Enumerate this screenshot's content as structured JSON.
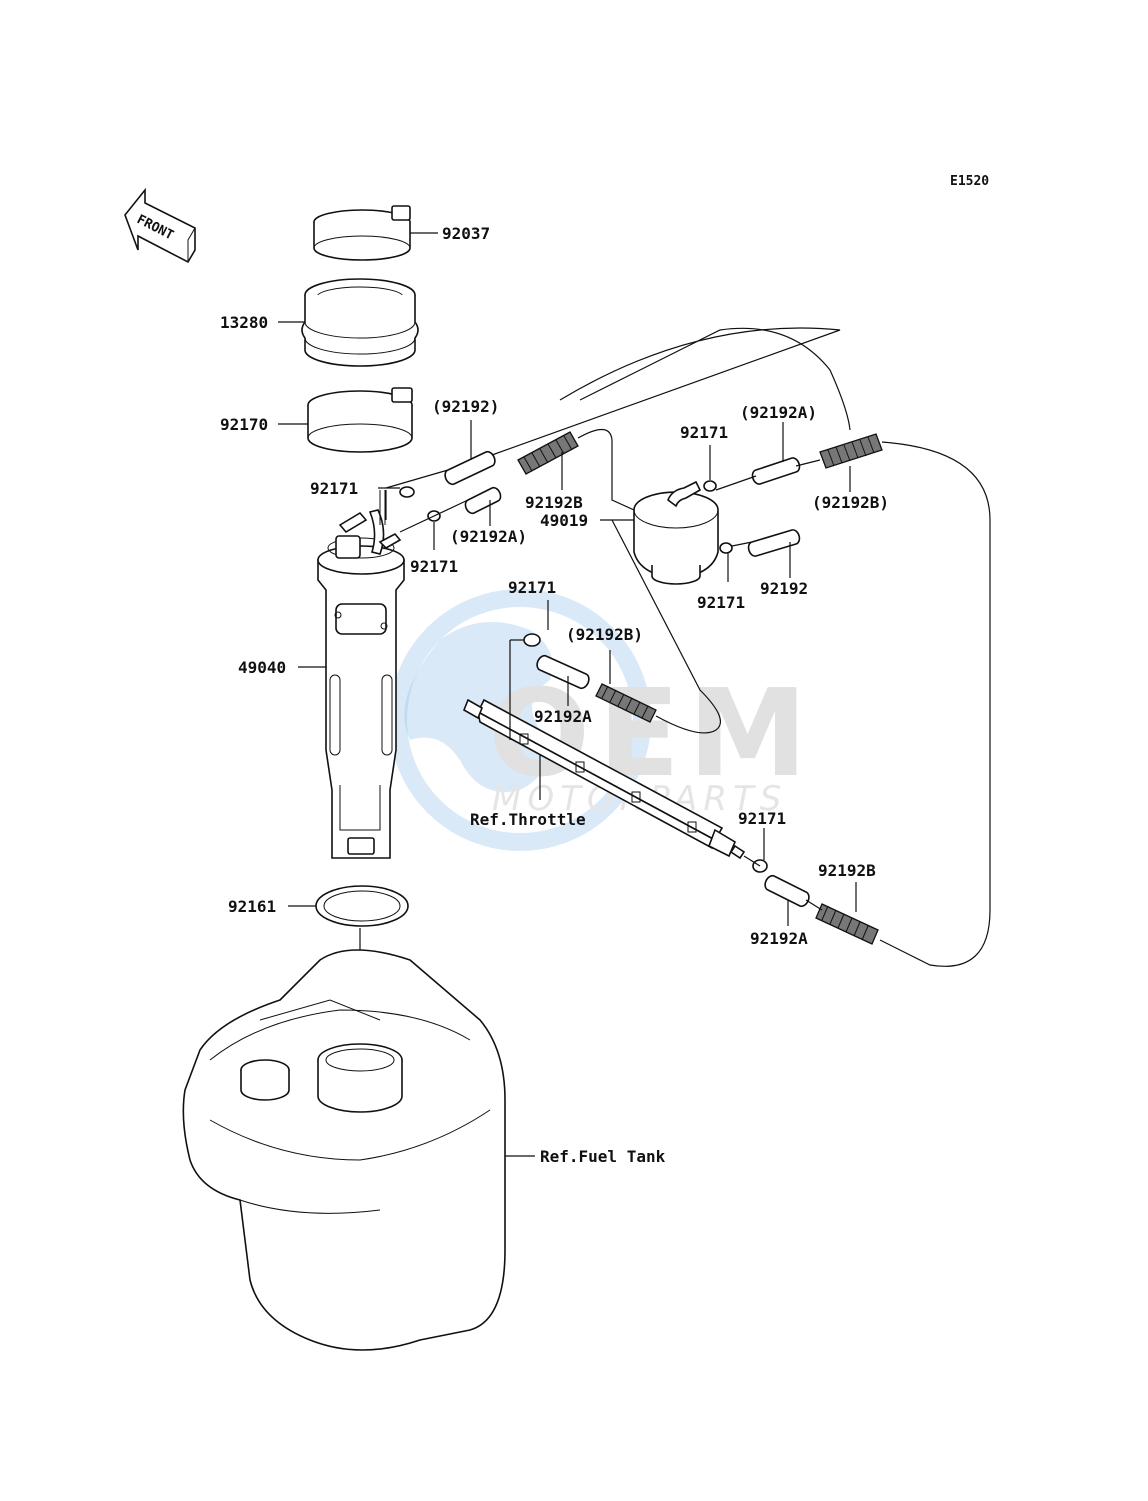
{
  "diagram_code": "E1520",
  "front_arrow_label": "FRONT",
  "watermark": {
    "main": "OEM",
    "sub": "MOTORPARTS",
    "color_primary": "#3a8fd8",
    "color_text": "#c9c9c9"
  },
  "callouts": {
    "clamp_top": "92037",
    "seal": "13280",
    "clamp_bottom": "92170",
    "hose_92192_paren_top": "(92192)",
    "clip_92171_left": "92171",
    "spring_92192b_top": "92192B",
    "hose_92192a_paren_left": "(92192A)",
    "clip_92171_left_lower": "92171",
    "filter": "49019",
    "clip_92171_filter_top": "92171",
    "hose_92192a_paren_right": "(92192A)",
    "spring_92192b_paren_right": "(92192B)",
    "clip_92171_filter_bottom": "92171",
    "hose_92192_right": "92192",
    "clip_92171_mid": "92171",
    "spring_92192b_paren_mid": "(92192B)",
    "hose_92192a_mid": "92192A",
    "pump": "49040",
    "ref_throttle": "Ref.Throttle",
    "clip_92171_lower_right": "92171",
    "spring_92192b_lower_right": "92192B",
    "hose_92192a_lower_right": "92192A",
    "gasket": "92161",
    "ref_fuel_tank": "Ref.Fuel Tank"
  }
}
